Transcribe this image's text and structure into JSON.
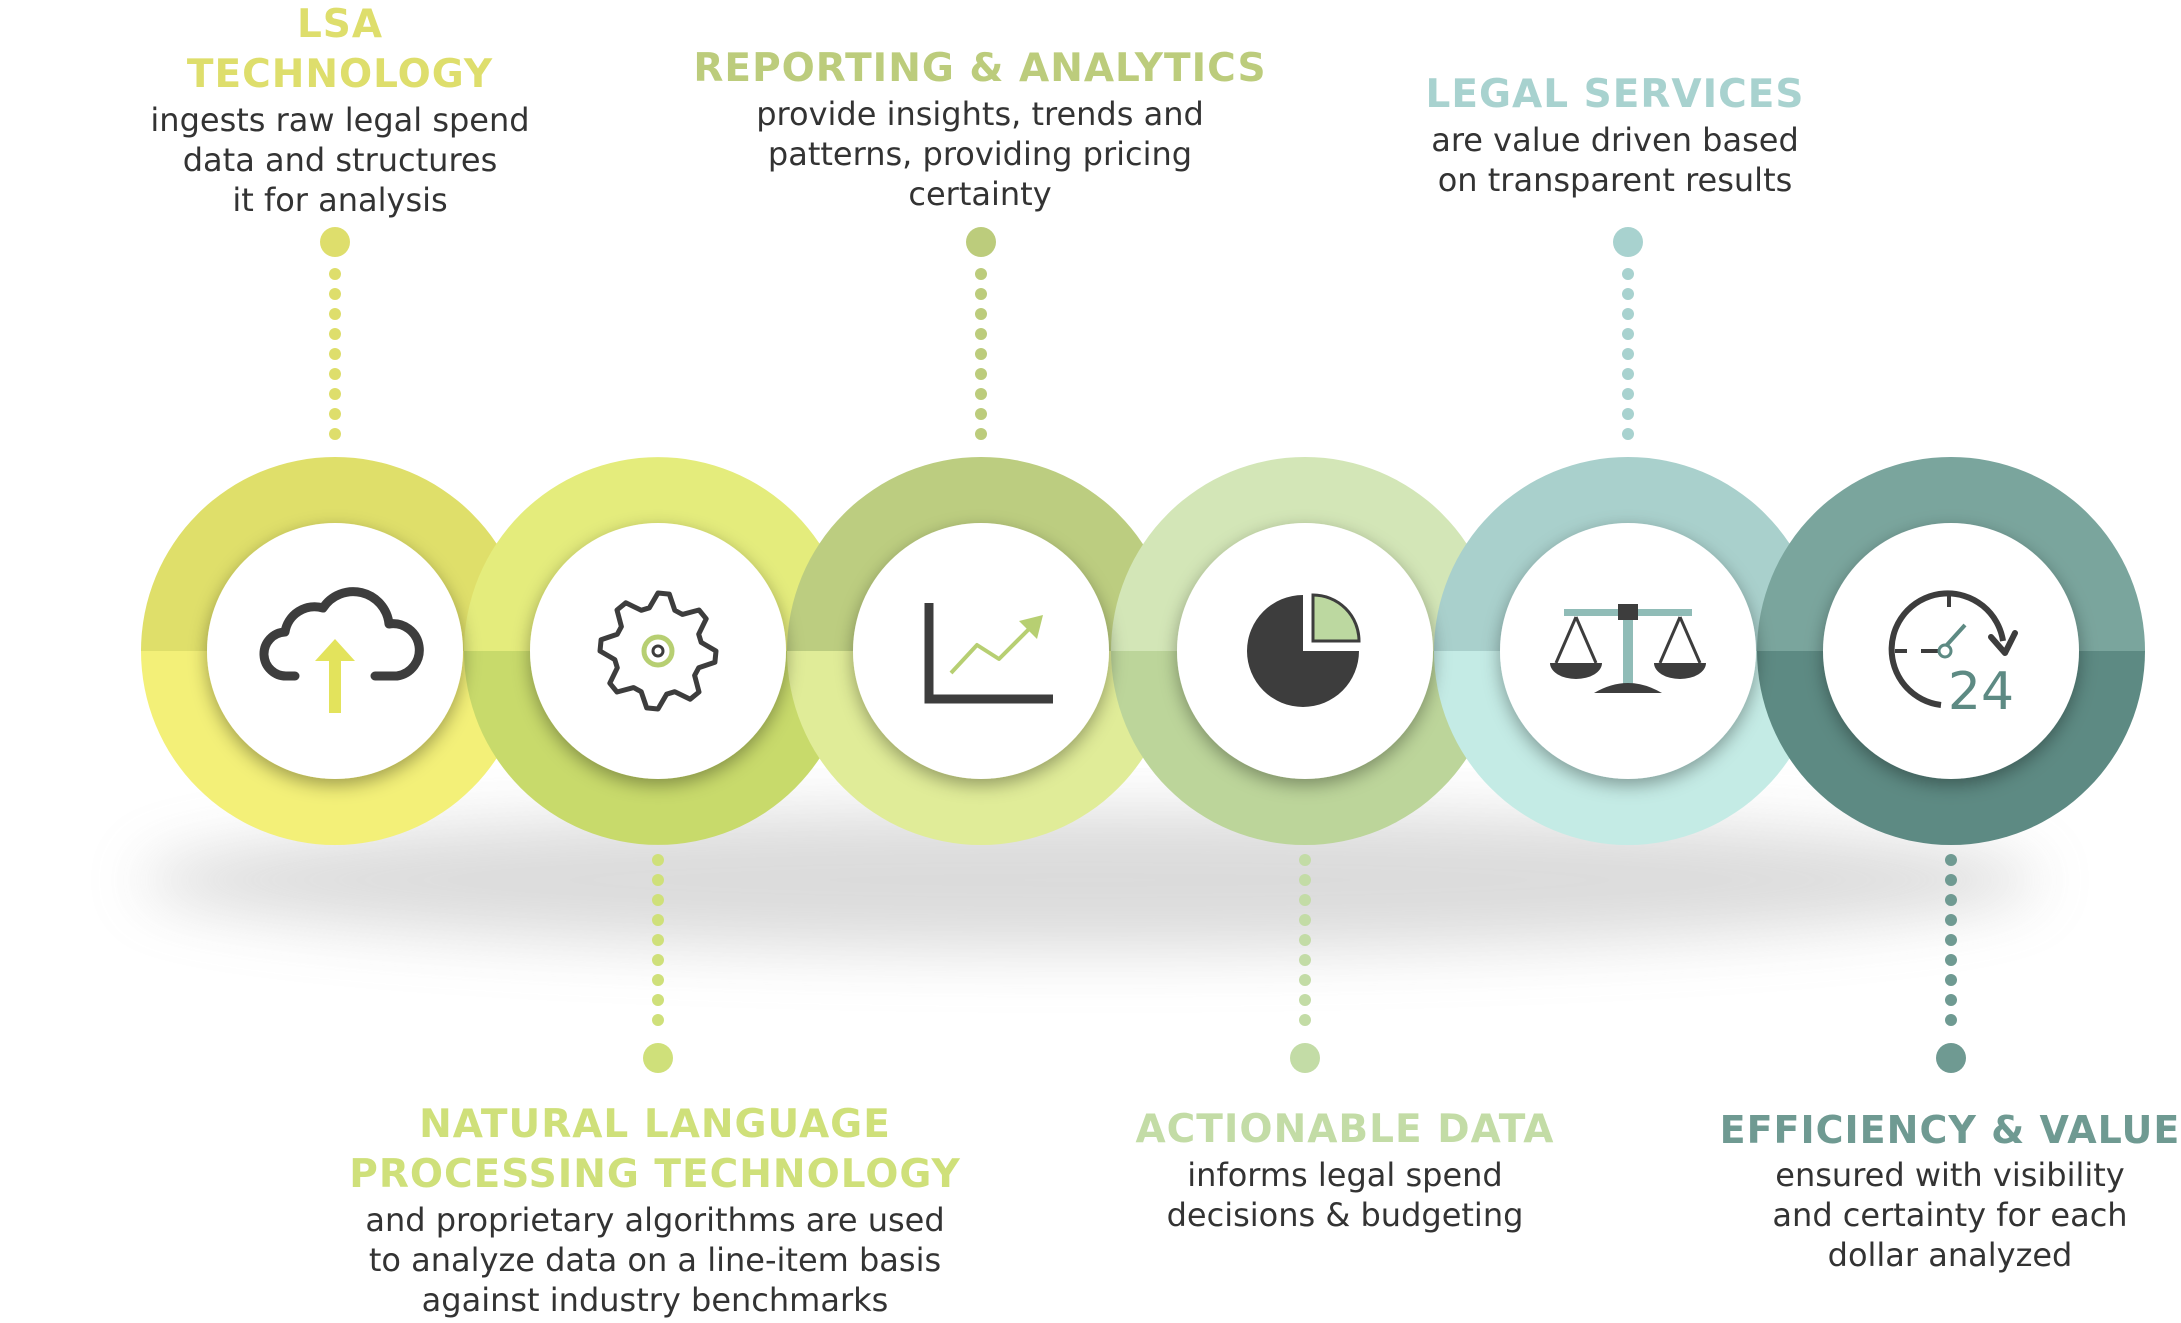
{
  "steps": [
    {
      "title_line1": "LSA",
      "title_line2": "TECHNOLOGY",
      "body_lines": [
        "ingests raw legal spend",
        "data and structures",
        "it for analysis"
      ],
      "color_top": "#dfdf6a",
      "color_bottom": "#f3f078",
      "title_color": "#dede6c",
      "icon": "cloud-upload-icon"
    },
    {
      "title_line1": "NATURAL LANGUAGE",
      "title_line2": "PROCESSING TECHNOLOGY",
      "body_lines": [
        "and proprietary algorithms are used",
        "to analyze data on a line-item basis",
        "against industry benchmarks"
      ],
      "color_top": "#e4ec7c",
      "color_bottom": "#c8da6b",
      "title_color": "#cfe07a",
      "icon": "gear-icon"
    },
    {
      "title_line1": "REPORTING & ANALYTICS",
      "title_line2": "",
      "body_lines": [
        "provide insights, trends and",
        "patterns, providing pricing",
        "certainty"
      ],
      "color_top": "#bccd80",
      "color_bottom": "#e0ec98",
      "title_color": "#bccc7c",
      "icon": "growth-chart-icon"
    },
    {
      "title_line1": "ACTIONABLE DATA",
      "title_line2": "",
      "body_lines": [
        "informs legal spend",
        "decisions & budgeting"
      ],
      "color_top": "#d3e6b7",
      "color_bottom": "#bcd59a",
      "title_color": "#c3dca6",
      "icon": "pie-chart-icon"
    },
    {
      "title_line1": "LEGAL SERVICES",
      "title_line2": "",
      "body_lines": [
        "are value driven based",
        "on transparent results"
      ],
      "color_top": "#a9d0cc",
      "color_bottom": "#c4ebe5",
      "title_color": "#a8d2cf",
      "icon": "scales-icon"
    },
    {
      "title_line1": "EFFICIENCY & VALUE",
      "title_line2": "",
      "body_lines": [
        "ensured with visibility",
        "and certainty for each",
        "dollar analyzed"
      ],
      "color_top": "#7aa59d",
      "color_bottom": "#5d8a83",
      "title_color": "#6f9a92",
      "icon": "clock-24-icon"
    }
  ],
  "clock_label": "24",
  "icon_dark": "#3d3d3d",
  "accent_yellow": "#e3e35c",
  "accent_green": "#b7cf72",
  "accent_teal": "#90bcb7"
}
